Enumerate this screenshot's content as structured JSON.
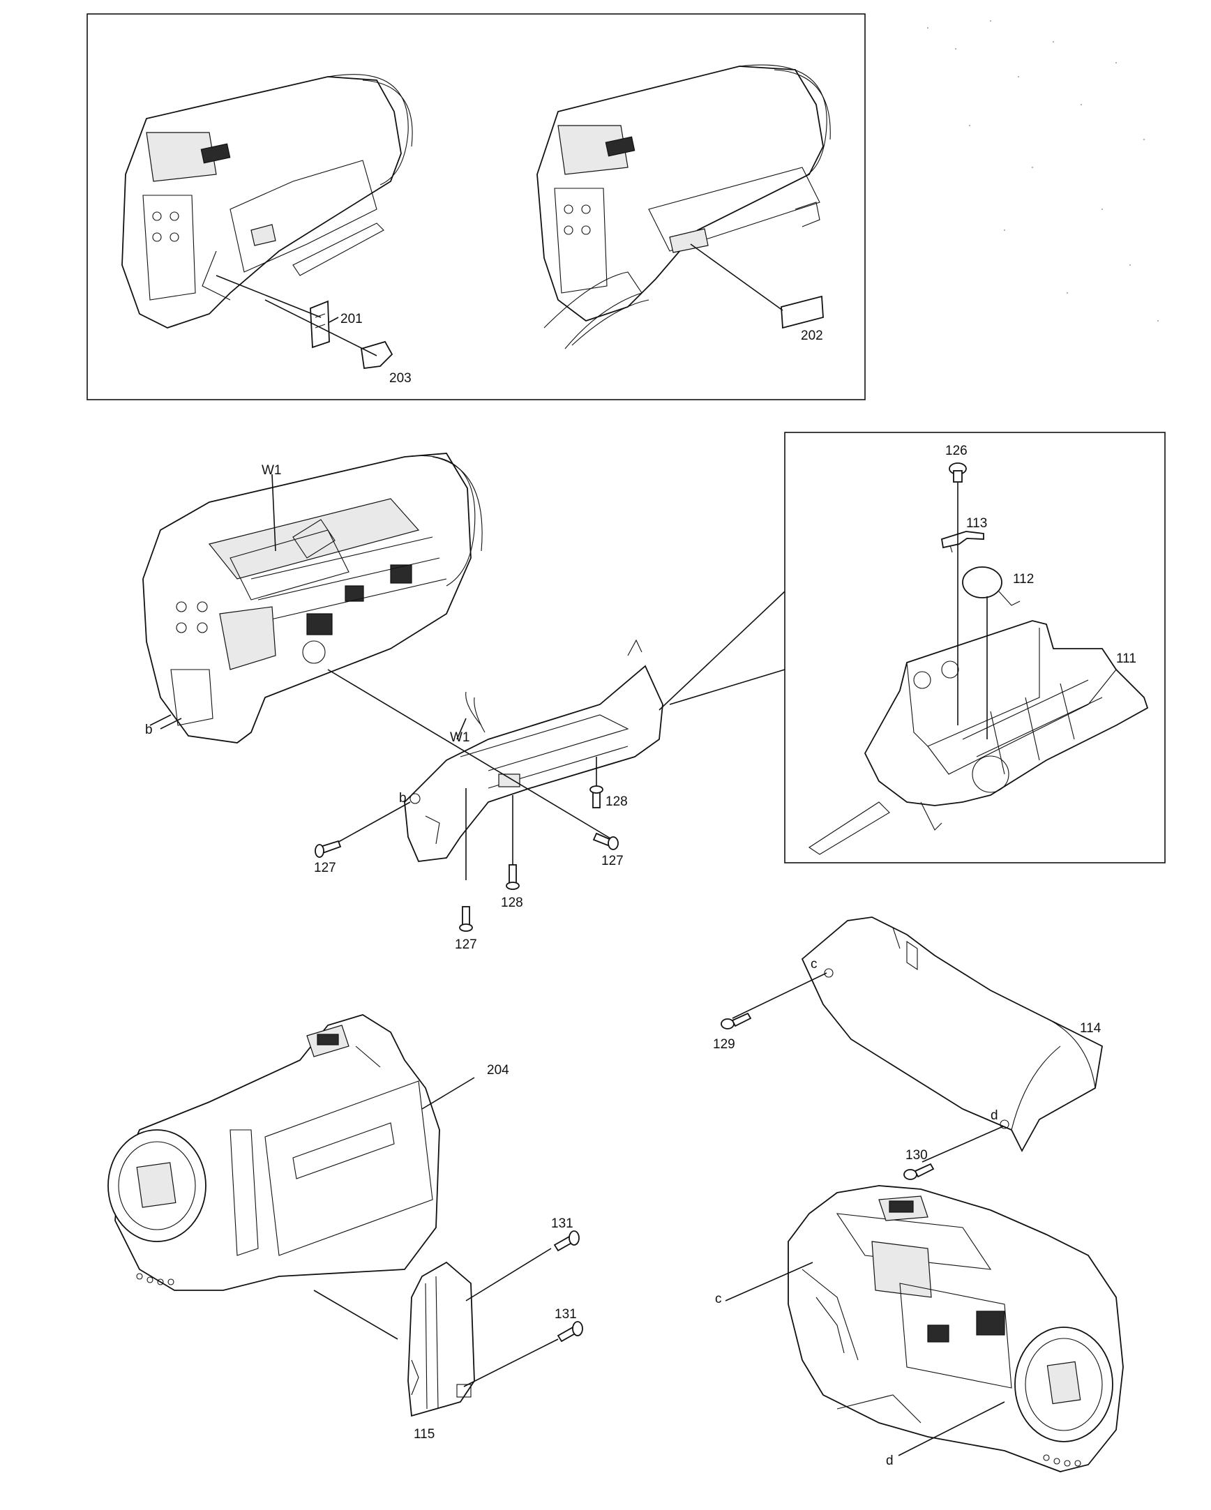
{
  "callouts": {
    "c201": "201",
    "c202": "202",
    "c203": "203",
    "c204": "204",
    "c111": "111",
    "c112": "112",
    "c113": "113",
    "c114": "114",
    "c115": "115",
    "c126": "126",
    "c127a": "127",
    "c127b": "127",
    "c127c": "127",
    "c128a": "128",
    "c128b": "128",
    "c129": "129",
    "c130": "130",
    "c131a": "131",
    "c131b": "131",
    "w1a": "W1",
    "w1b": "W1",
    "ba": "b",
    "bb": "b",
    "ca": "c",
    "cb": "c",
    "da": "d",
    "db": "d"
  }
}
